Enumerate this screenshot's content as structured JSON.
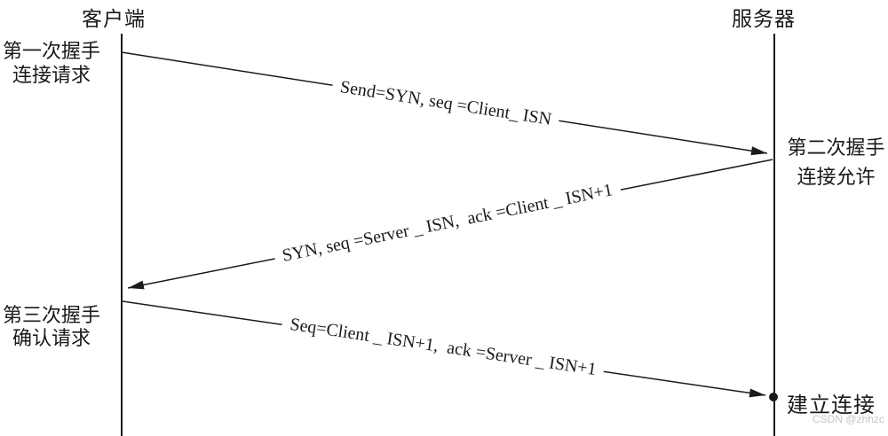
{
  "actors": {
    "client": "客户端",
    "server": "服务器"
  },
  "steps": [
    {
      "label_line1": "第一次握手",
      "label_line2": "连接请求",
      "message": "Send=SYN, seq =Client_ ISN",
      "direction": "client-to-server"
    },
    {
      "label_line1": "第二次握手",
      "label_line2": "连接允许",
      "message": "SYN, seq =Server _ ISN,  ack =Client _ ISN+1",
      "direction": "server-to-client"
    },
    {
      "label_line1": "第三次握手",
      "label_line2": "确认请求",
      "message": "Seq=Client _ ISN+1,  ack =Server _ ISN+1",
      "direction": "client-to-server"
    }
  ],
  "result": {
    "label": "建立连接"
  },
  "watermark": "CSDN @zhhzc",
  "colors": {
    "ink": "#1a1a1a",
    "background": "#ffffff",
    "watermark": "#c6c6c6"
  }
}
